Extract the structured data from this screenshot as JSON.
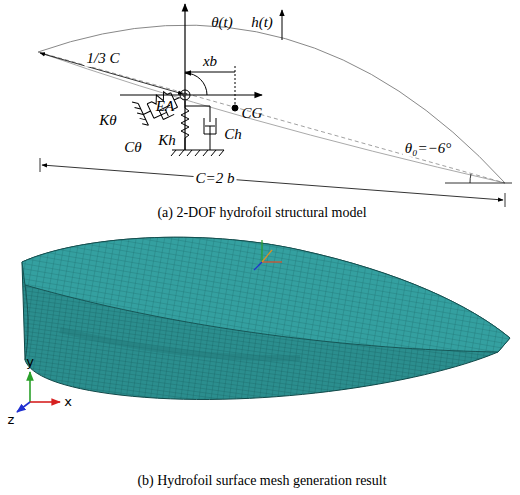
{
  "diagram": {
    "labels": [
      "1/3 C",
      "xb",
      "θ(t)",
      "h(t)",
      "EA",
      "CG",
      "Kθ",
      "Cθ",
      "Kh",
      "Ch",
      "θ₀=−6°",
      "C=2 b",
      "(a) 2-DOF hydrofoil structural model",
      "y",
      "x",
      "z",
      "(b) Hydrofoil surface mesh generation result"
    ]
  }
}
